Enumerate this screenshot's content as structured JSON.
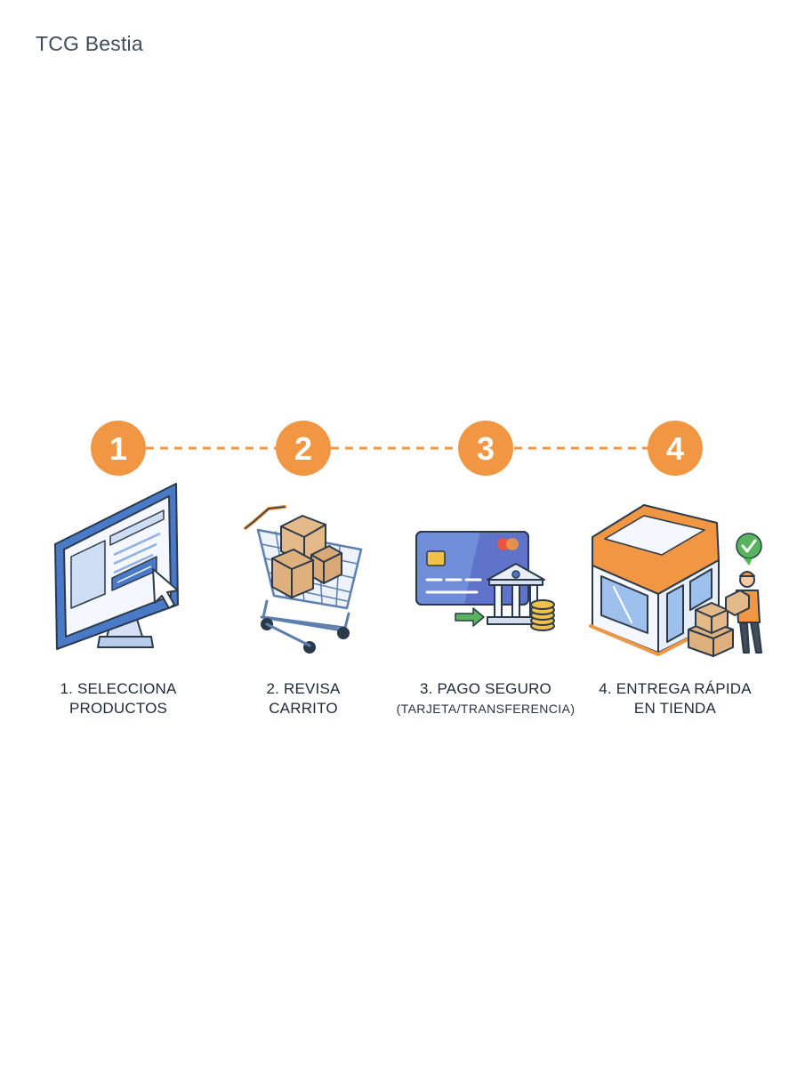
{
  "brand": "TCG Bestia",
  "colors": {
    "accent": "#F19643",
    "blue": "#4A79C8",
    "card": "#6F8DD9",
    "green": "#58B45C",
    "outline": "#2B3A4A"
  },
  "steps": [
    {
      "number": "1",
      "label_line1": "1. SELECCIONA",
      "label_line2": "PRODUCTOS",
      "icon": "computer-monitor-icon"
    },
    {
      "number": "2",
      "label_line1": "2. REVISA",
      "label_line2": "CARRITO",
      "icon": "shopping-cart-icon"
    },
    {
      "number": "3",
      "label_line1": "3. PAGO SEGURO",
      "label_line2": "(TARJETA/TRANSFERENCIA)",
      "icon": "credit-card-bank-icon"
    },
    {
      "number": "4",
      "label_line1": "4. ENTREGA RÁPIDA",
      "label_line2": "EN TIENDA",
      "icon": "store-delivery-icon"
    }
  ]
}
